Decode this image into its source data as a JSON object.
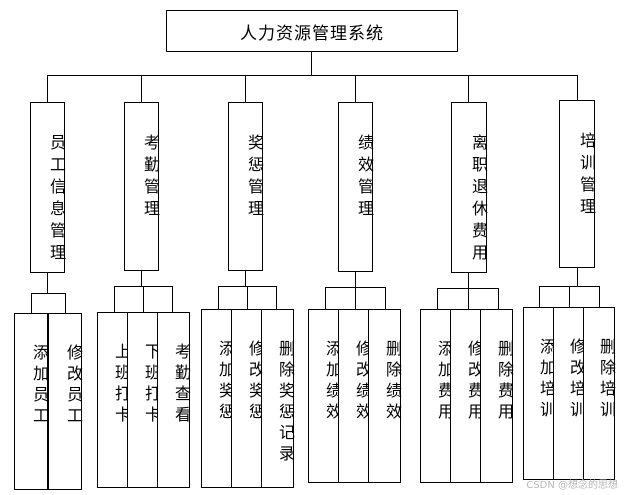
{
  "root": {
    "label": "人力资源管理系统"
  },
  "modules": [
    {
      "label": "员工信息管理",
      "children": [
        "添加员工",
        "修改员工"
      ]
    },
    {
      "label": "考勤管理",
      "children": [
        "上班打卡",
        "下班打卡",
        "考勤查看"
      ]
    },
    {
      "label": "奖惩管理",
      "children": [
        "添加奖惩",
        "修改奖惩",
        "删除奖惩记录"
      ]
    },
    {
      "label": "绩效管理",
      "children": [
        "添加绩效",
        "修改绩效",
        "删除绩效"
      ]
    },
    {
      "label": "离职退休费用",
      "children": [
        "添加费用",
        "修改费用",
        "删除费用"
      ]
    },
    {
      "label": "培训管理",
      "children": [
        "添加培训",
        "修改培训",
        "删除培训"
      ]
    }
  ],
  "watermark": "CSDN @想念的思想"
}
